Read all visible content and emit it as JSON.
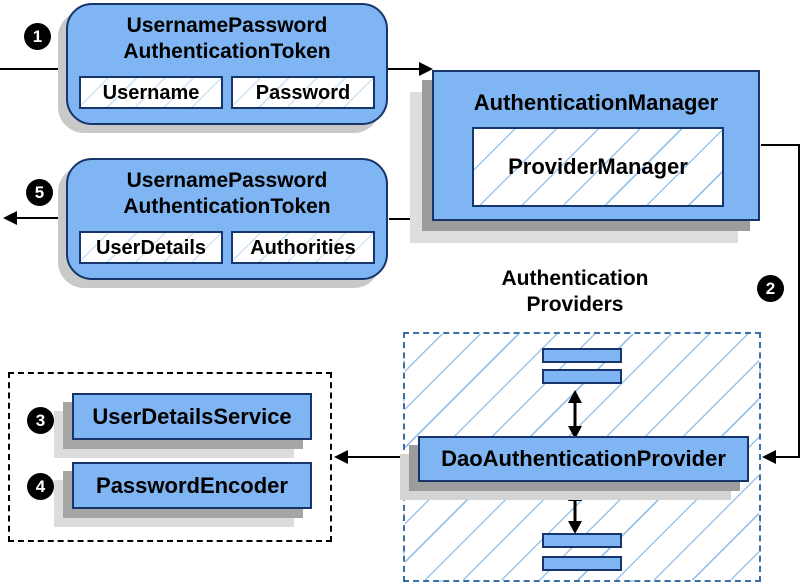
{
  "request_token": {
    "step": "1",
    "title_line1": "UsernamePassword",
    "title_line2": "AuthenticationToken",
    "fields": [
      {
        "label": "Username"
      },
      {
        "label": "Password"
      }
    ]
  },
  "result_token": {
    "step": "5",
    "title_line1": "UsernamePassword",
    "title_line2": "AuthenticationToken",
    "fields": [
      {
        "label": "UserDetails"
      },
      {
        "label": "Authorities"
      }
    ]
  },
  "authentication_manager": {
    "title": "AuthenticationManager",
    "inner": "ProviderManager"
  },
  "providers": {
    "step": "2",
    "heading_line1": "Authentication",
    "heading_line2": "Providers",
    "main_provider": "DaoAuthenticationProvider"
  },
  "services": {
    "items": [
      {
        "step": "3",
        "label": "UserDetailsService"
      },
      {
        "step": "4",
        "label": "PasswordEncoder"
      }
    ]
  },
  "colors": {
    "box_fill": "#7fb5f2",
    "box_border": "#16356b",
    "hatch_line": "#9cc3ea",
    "providers_dashed_border": "#3a6ea5",
    "services_dotted_border": "#000000",
    "shadow_dark": "#9c9c9c",
    "shadow_light": "#dedede",
    "arrow": "#000000",
    "badge_background": "#000000",
    "badge_text": "#ffffff"
  }
}
